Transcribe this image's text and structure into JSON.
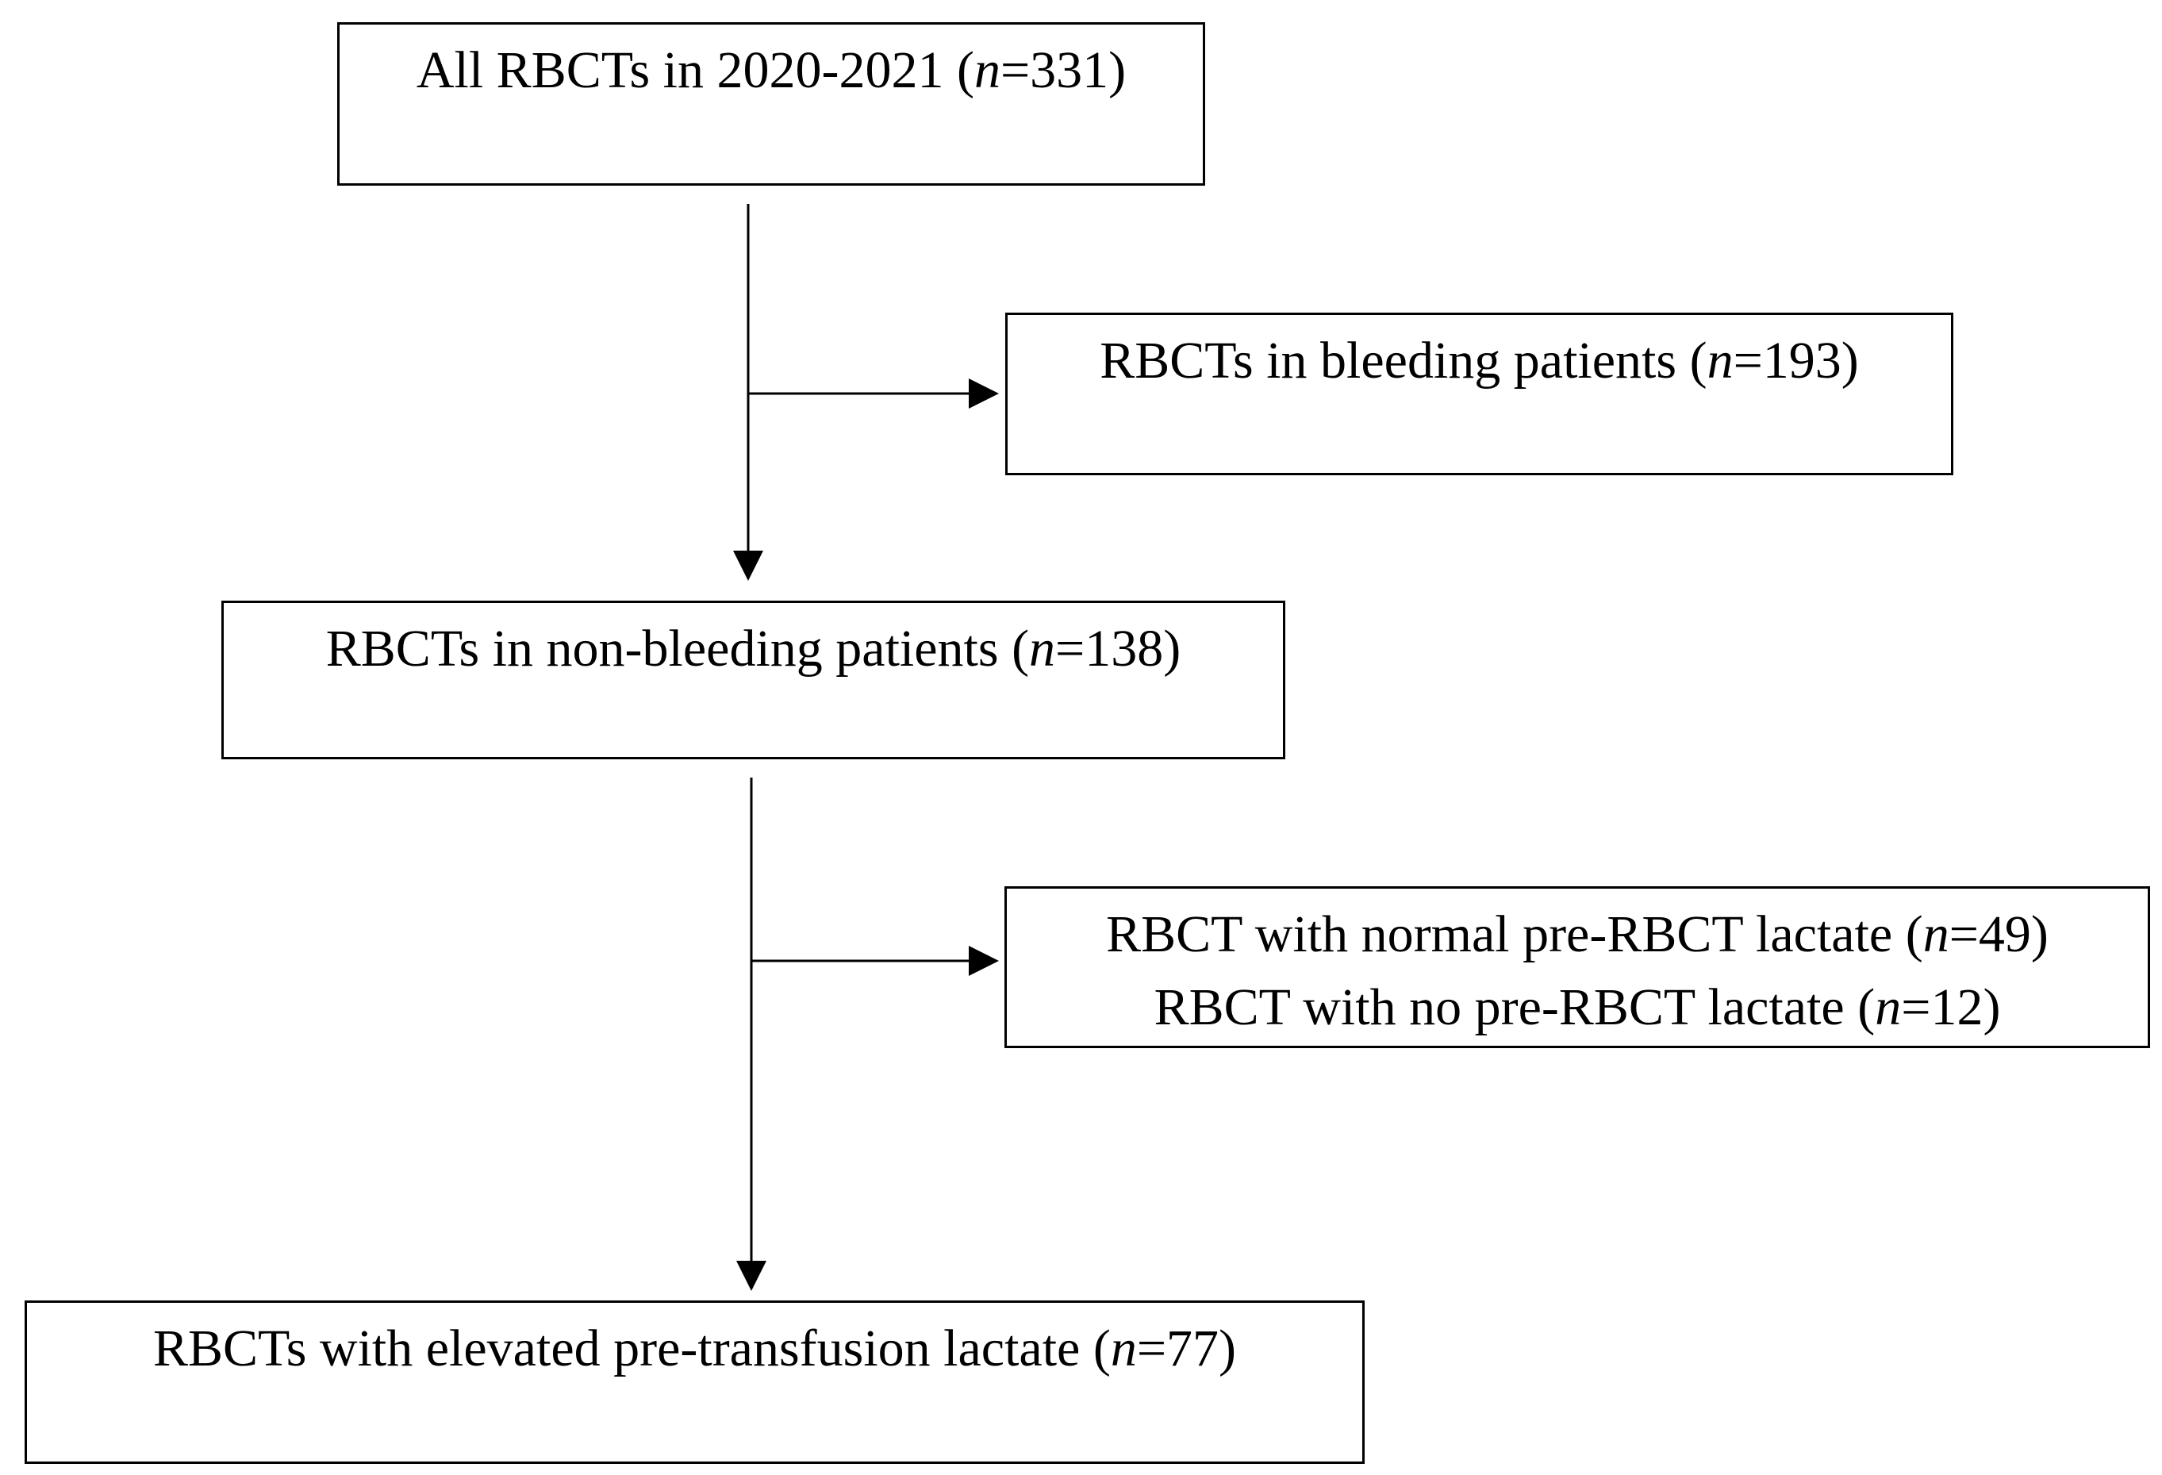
{
  "boxes": [
    {
      "id": "all-rbcts",
      "lines": [
        {
          "pre": "All RBCTs in 2020-2021 (",
          "var": "n",
          "post": "=331)"
        }
      ]
    },
    {
      "id": "bleeding",
      "lines": [
        {
          "pre": "RBCTs in bleeding patients (",
          "var": "n",
          "post": "=193)"
        }
      ]
    },
    {
      "id": "non-bleeding",
      "lines": [
        {
          "pre": "RBCTs in non-bleeding patients (",
          "var": "n",
          "post": "=138)"
        }
      ]
    },
    {
      "id": "normal-or-no-lactate",
      "lines": [
        {
          "pre": "RBCT with normal pre-RBCT lactate (",
          "var": "n",
          "post": "=49)"
        },
        {
          "pre": "RBCT with no pre-RBCT lactate (",
          "var": "n",
          "post": "=12)"
        }
      ]
    },
    {
      "id": "elevated-lactate",
      "lines": [
        {
          "pre": "RBCTs with elevated pre-transfusion lactate (",
          "var": "n",
          "post": "=77)"
        }
      ]
    }
  ],
  "colors": {
    "line": "#000000",
    "background": "#ffffff"
  }
}
